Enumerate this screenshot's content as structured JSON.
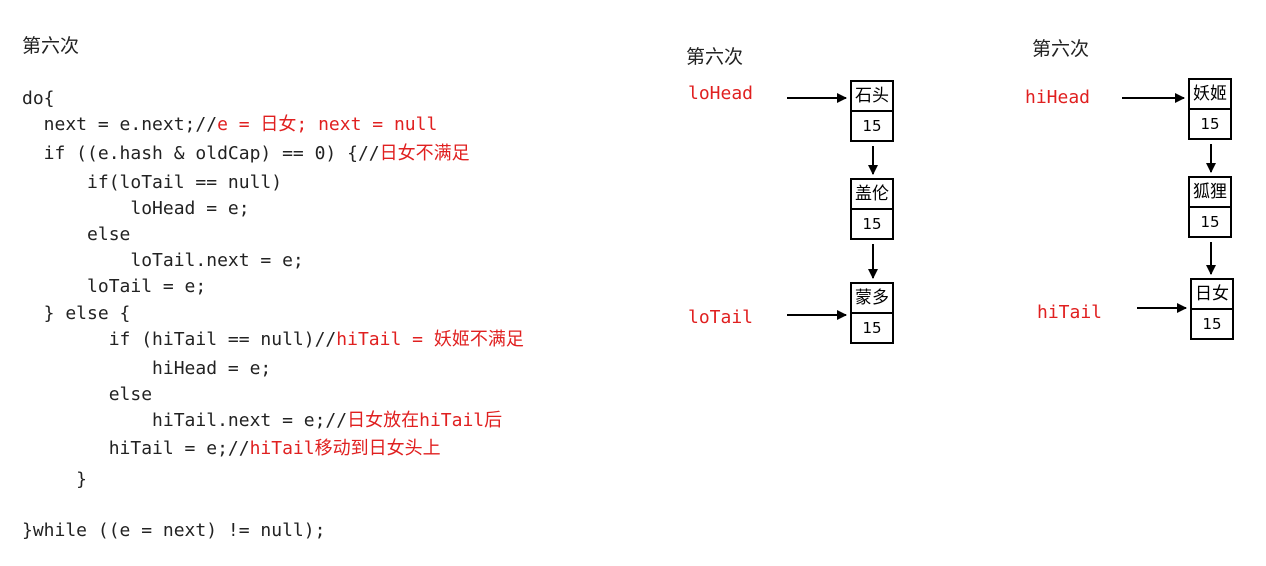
{
  "titles": {
    "left": "第六次",
    "middle": "第六次",
    "right": "第六次"
  },
  "code": [
    {
      "code": "do{",
      "comment": ""
    },
    {
      "code": "  next = e.next;//",
      "comment": "e = 日女; next = null"
    },
    {
      "code": "  if ((e.hash & oldCap) == 0) {//",
      "comment": "日女不满足"
    },
    {
      "code": "      if(loTail == null)",
      "comment": ""
    },
    {
      "code": "          loHead = e;",
      "comment": ""
    },
    {
      "code": "      else",
      "comment": ""
    },
    {
      "code": "          loTail.next = e;",
      "comment": ""
    },
    {
      "code": "      loTail = e;",
      "comment": ""
    },
    {
      "code": "  } else {",
      "comment": ""
    },
    {
      "code": "        if (hiTail == null)//",
      "comment": "hiTail = 妖姬不满足"
    },
    {
      "code": "            hiHead = e;",
      "comment": ""
    },
    {
      "code": "        else",
      "comment": ""
    },
    {
      "code": "            hiTail.next = e;//",
      "comment": "日女放在hiTail后"
    },
    {
      "code": "        hiTail = e;//",
      "comment": "hiTail移动到日女头上"
    },
    {
      "code": "     }",
      "comment": ""
    },
    {
      "code": "}while ((e = next) != null);",
      "comment": ""
    }
  ],
  "lo_list": {
    "head_label": "loHead",
    "tail_label": "loTail",
    "nodes": [
      {
        "name": "石头",
        "hash": "15"
      },
      {
        "name": "盖伦",
        "hash": "15"
      },
      {
        "name": "蒙多",
        "hash": "15"
      }
    ]
  },
  "hi_list": {
    "head_label": "hiHead",
    "tail_label": "hiTail",
    "nodes": [
      {
        "name": "妖姬",
        "hash": "15"
      },
      {
        "name": "狐狸",
        "hash": "15"
      },
      {
        "name": "日女",
        "hash": "15"
      }
    ]
  },
  "colors": {
    "comment": "#e02020",
    "text": "#222222",
    "border": "#000000"
  }
}
